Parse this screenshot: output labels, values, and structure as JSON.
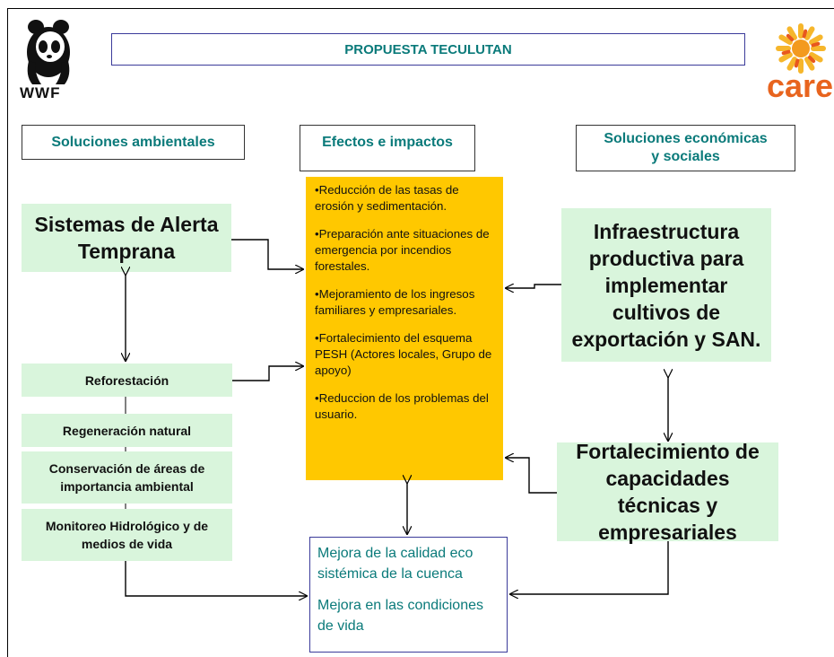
{
  "title": "PROPUESTA TECULUTAN",
  "logos": {
    "left_text": "WWF",
    "right_text": "care"
  },
  "headers": {
    "ambientales": "Soluciones ambientales",
    "efectos": "Efectos e impactos",
    "economicas": "Soluciones económicas y sociales"
  },
  "left": {
    "alerta": "Sistemas de Alerta Temprana",
    "reforestacion": "Reforestación",
    "regeneracion": "Regeneración natural",
    "conservacion": "Conservación de áreas de importancia ambiental",
    "monitoreo": "Monitoreo Hidrológico y de medios de vida"
  },
  "effects": [
    "•Reducción de las tasas de erosión y sedimentación.",
    "•Preparación ante situaciones de emergencia por incendios forestales.",
    "•Mejoramiento de los ingresos familiares y empresariales.",
    "•Fortalecimiento del esquema PESH (Actores locales, Grupo de apoyo)",
    "•Reduccion de los problemas del usuario."
  ],
  "right": {
    "infraestructura": "Infraestructura productiva para implementar cultivos de exportación y SAN.",
    "fortalecimiento": "Fortalecimiento de capacidades técnicas y empresariales"
  },
  "outcome": [
    "Mejora de la calidad eco sistémica de la cuenca",
    "Mejora en las condiciones de vida"
  ],
  "colors": {
    "green_box": "#d9f5dc",
    "yellow_box": "#ffc800",
    "teal_text": "#0a7a7a",
    "border_blue": "#3b3b9a"
  }
}
